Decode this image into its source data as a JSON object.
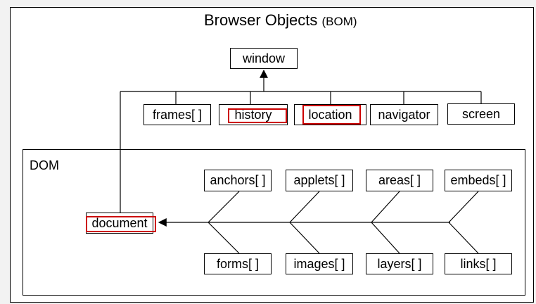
{
  "title": {
    "main": "Browser Objects",
    "suffix": "(BOM)"
  },
  "window_node": "window",
  "bom_children": [
    "frames[ ]",
    "history",
    "location",
    "navigator",
    "screen"
  ],
  "dom_label": "DOM",
  "document_node": "document",
  "dom_top": [
    "anchors[ ]",
    "applets[ ]",
    "areas[ ]",
    "embeds[ ]"
  ],
  "dom_bottom": [
    "forms[ ]",
    "images[ ]",
    "layers[ ]",
    "links[ ]"
  ],
  "colors": {
    "highlight": "#cc0000",
    "line": "#000000"
  }
}
